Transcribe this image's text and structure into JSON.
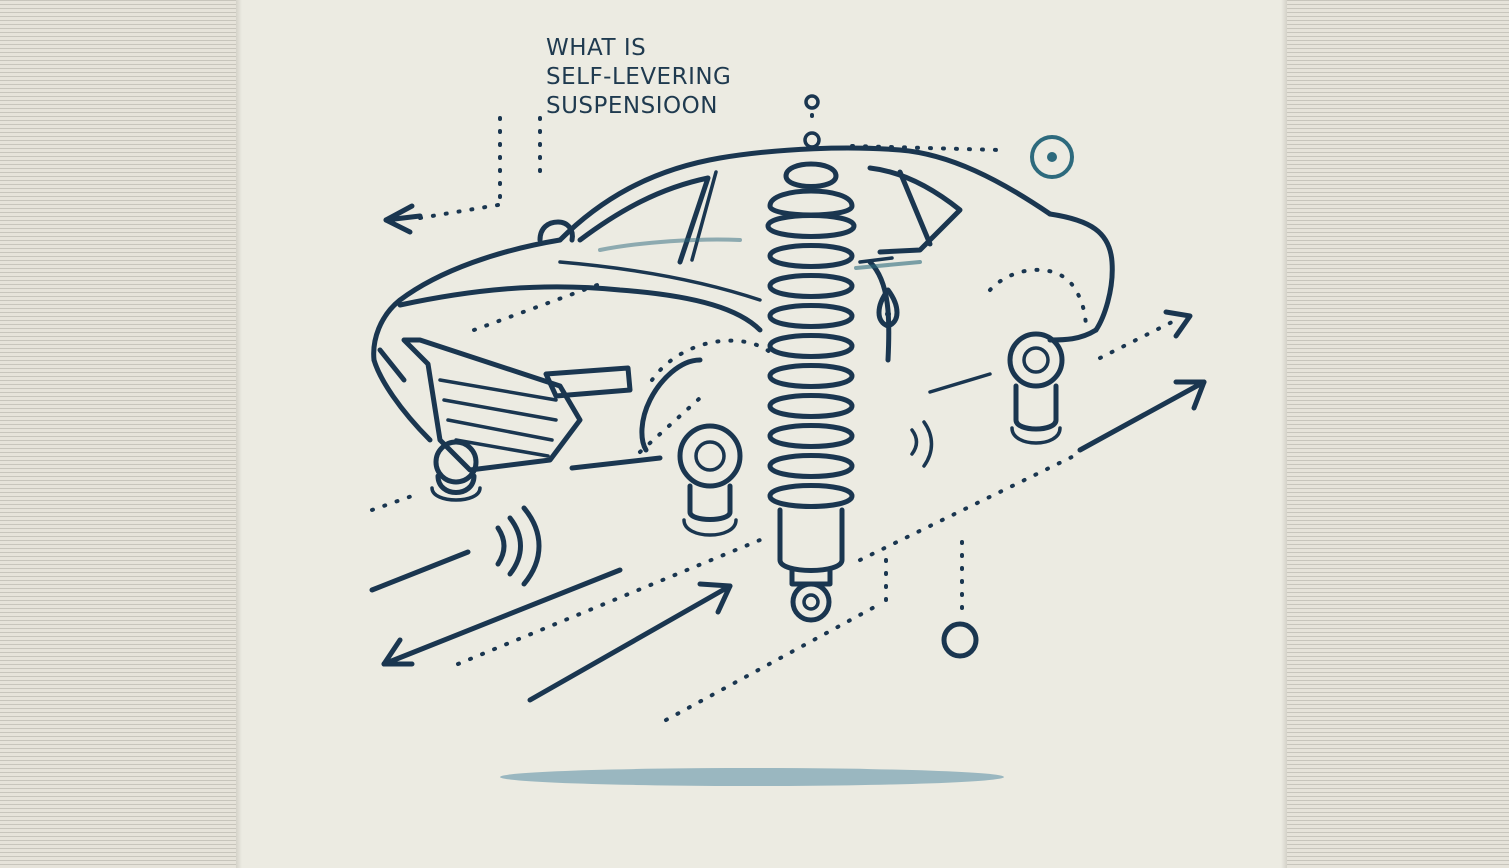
{
  "title": {
    "line1": "WHAT IS",
    "line2": "SELF-LEVERING",
    "line3": "SUSPENSIOON"
  },
  "illustration": {
    "subject": "car-suspension-icon",
    "icons": [
      "car-icon",
      "coil-spring-shock-icon",
      "wheel-icon",
      "arrow-icon",
      "target-circle-icon",
      "signal-waves-icon"
    ]
  },
  "colors": {
    "background": "#ece9df",
    "line": "#1a3650",
    "accent": "#2d6a7d",
    "shadow": "#7fa6b4"
  }
}
